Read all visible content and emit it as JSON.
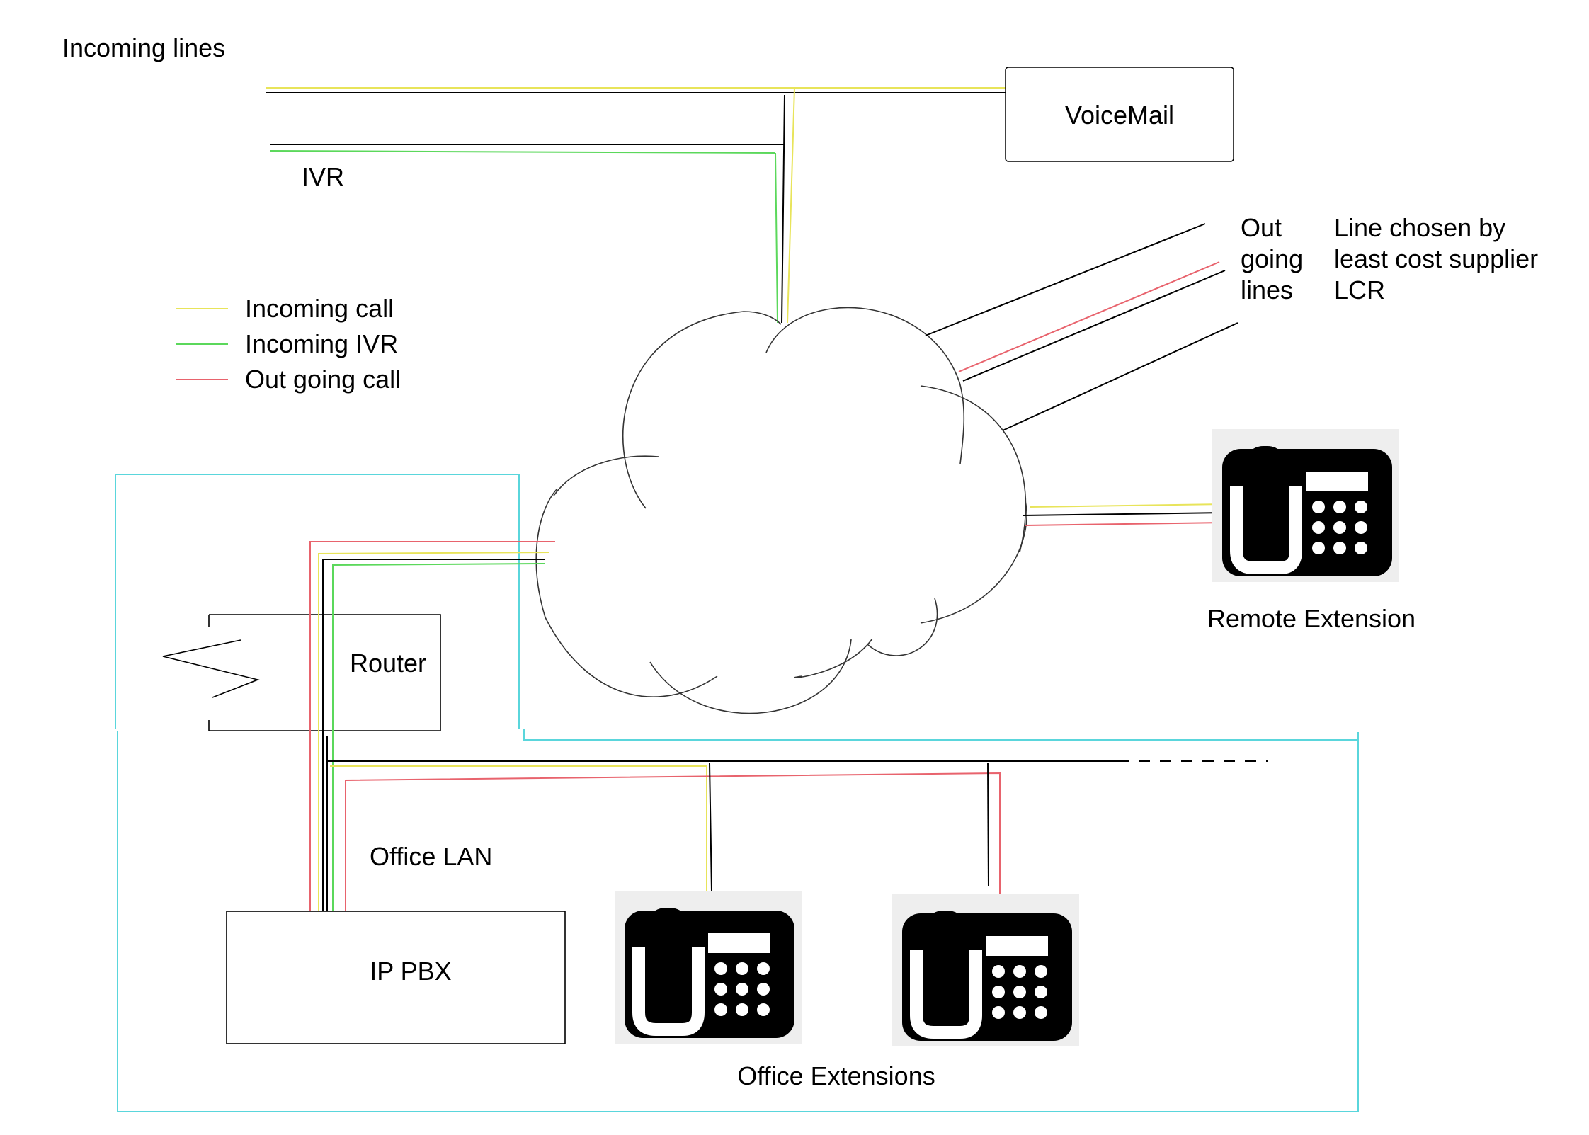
{
  "labels": {
    "incoming_lines": "Incoming lines",
    "ivr": "IVR",
    "voicemail": "VoiceMail",
    "outgoing_lines": [
      "Out",
      "going",
      "lines"
    ],
    "lcr_note": [
      "Line chosen by",
      "least cost supplier",
      "LCR"
    ],
    "router": "Router",
    "office_lan": "Office LAN",
    "ip_pbx": "IP PBX",
    "remote_extension": "Remote Extension",
    "office_extensions": "Office Extensions"
  },
  "legend": [
    {
      "label": "Incoming call",
      "color": "#e8e45a"
    },
    {
      "label": "Incoming IVR",
      "color": "#5bd85b"
    },
    {
      "label": "Out going call",
      "color": "#e8636d"
    }
  ],
  "colors": {
    "line": "#000000",
    "incoming_call": "#e8e45a",
    "incoming_ivr": "#5bd85b",
    "outgoing_call": "#e8636d",
    "office_boundary": "#5ad6dc",
    "phone_tile": "#eeeeee",
    "phone": "#000000"
  },
  "icons": {
    "cloud": "cloud-icon",
    "phone": "desk-phone-icon",
    "lightning": "lightning-bolt-icon"
  }
}
